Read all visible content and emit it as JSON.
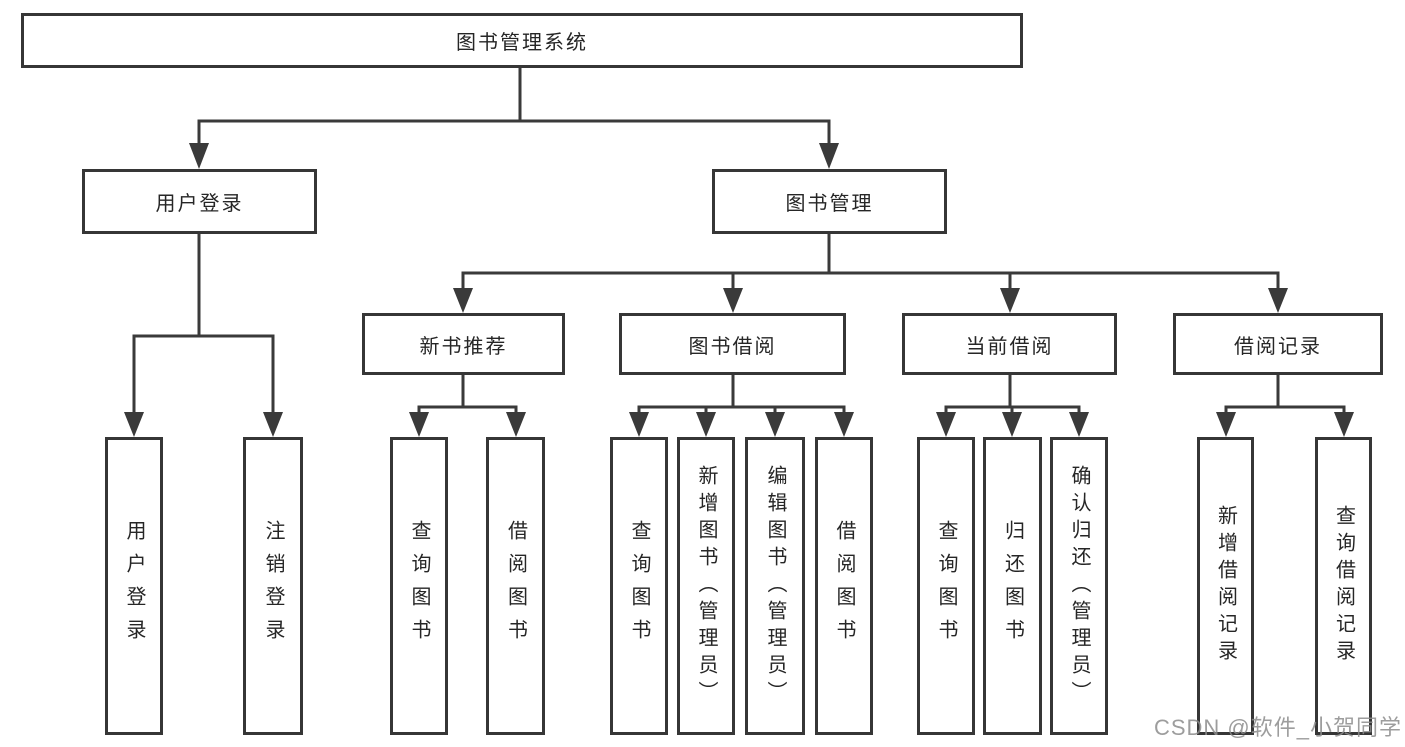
{
  "diagram_type": "hierarchy-tree",
  "colors": {
    "background": "#ffffff",
    "line": "#3a3a3a",
    "box_border": "#363636",
    "text": "#262626",
    "watermark": "#8c8c8c"
  },
  "nodes": {
    "root": "图书管理系统",
    "l2_user_login": "用户登录",
    "l2_book_mgmt": "图书管理",
    "l3_new_book_rec": "新书推荐",
    "l3_book_borrow": "图书借阅",
    "l3_current_borrow": "当前借阅",
    "l3_borrow_records": "借阅记录",
    "leaf_user_login": "用户登录",
    "leaf_logout_login": "注销登录",
    "leaf_query_book_rec": "查询图书",
    "leaf_borrow_book_rec": "借阅图书",
    "leaf_query_book_borrow": "查询图书",
    "leaf_add_book_admin": "新增图书（管理员）",
    "leaf_edit_book_admin": "编辑图书（管理员）",
    "leaf_borrow_book_borrow": "借阅图书",
    "leaf_query_book_current": "查询图书",
    "leaf_return_book": "归还图书",
    "leaf_confirm_return_admin": "确认归还（管理员）",
    "leaf_add_borrow_record": "新增借阅记录",
    "leaf_query_borrow_record": "查询借阅记录"
  },
  "hierarchy": {
    "图书管理系统": [
      "用户登录",
      "图书管理"
    ],
    "用户登录": [
      "用户登录",
      "注销登录"
    ],
    "图书管理": [
      "新书推荐",
      "图书借阅",
      "当前借阅",
      "借阅记录"
    ],
    "新书推荐": [
      "查询图书",
      "借阅图书"
    ],
    "图书借阅": [
      "查询图书",
      "新增图书（管理员）",
      "编辑图书（管理员）",
      "借阅图书"
    ],
    "当前借阅": [
      "查询图书",
      "归还图书",
      "确认归还（管理员）"
    ],
    "借阅记录": [
      "新增借阅记录",
      "查询借阅记录"
    ]
  },
  "watermark": "CSDN @软件_小贺同学"
}
